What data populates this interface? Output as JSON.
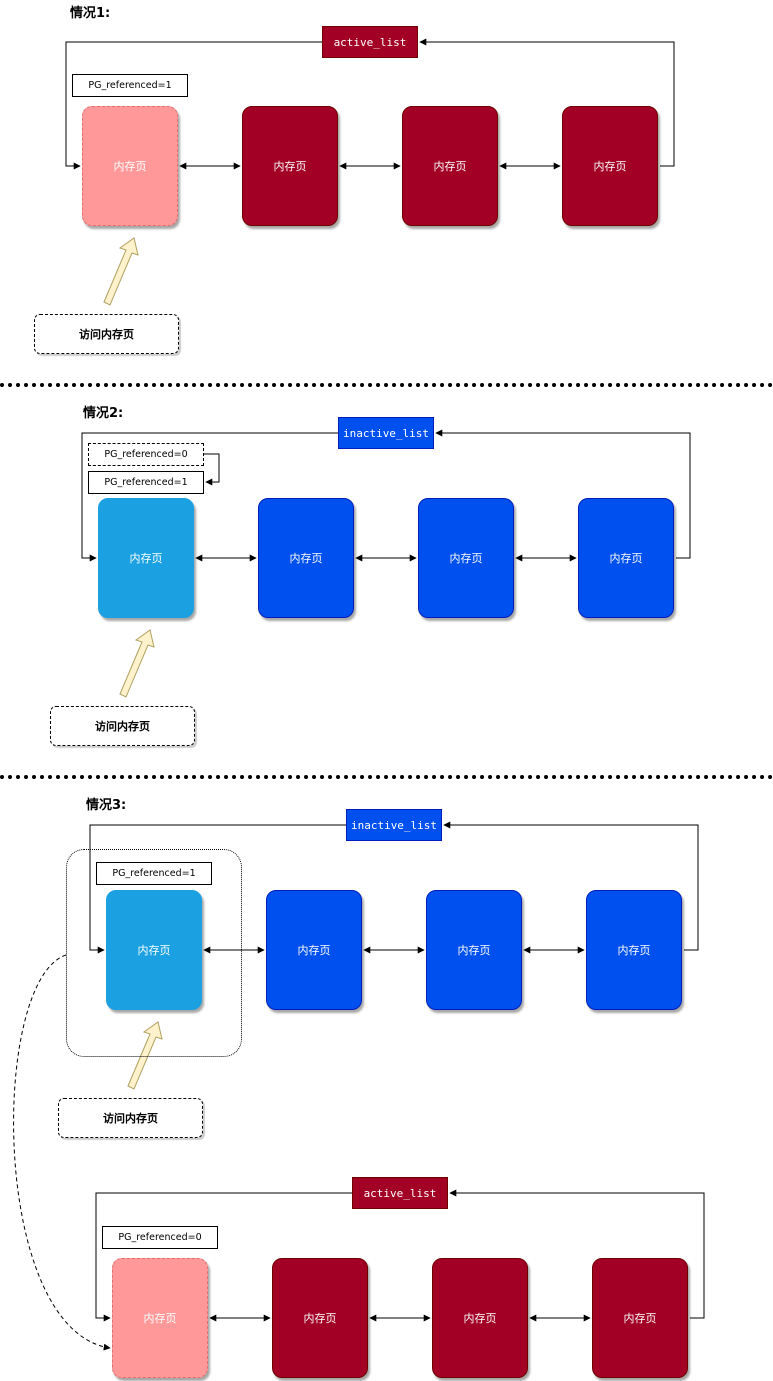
{
  "headings": [
    "情况1:",
    "情况2:",
    "情况3:"
  ],
  "page_label": "内存页",
  "access_label": "访问内存页",
  "lists": {
    "active": "active_list",
    "inactive": "inactive_list"
  },
  "refs": {
    "r1": "PG_referenced=1",
    "r0": "PG_referenced=0"
  },
  "colors": {
    "active_page": "#a20025",
    "inactive_page": "#0050ef",
    "accessed_active": "#ff9999",
    "accessed_inactive": "#1ba1e2",
    "arrow_fill": "#fff2cc"
  }
}
